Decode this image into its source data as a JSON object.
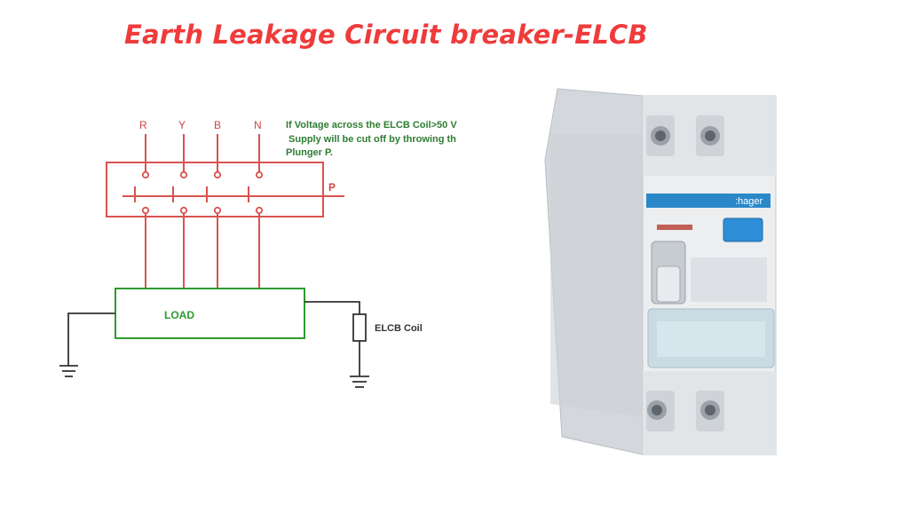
{
  "title": "Earth Leakage Circuit breaker-ELCB",
  "diagram": {
    "phase_labels": [
      "R",
      "Y",
      "B",
      "N"
    ],
    "plunger_label": "P",
    "note_lines": [
      "If Voltage across the ELCB Coil>50 V",
      " Supply will be cut off by throwing th",
      "Plunger P."
    ],
    "load_label": "LOAD",
    "coil_label": "ELCB Coil"
  },
  "device": {
    "brand": "hager"
  },
  "colors": {
    "title": "#ef3b3b",
    "circuit_red": "#d9534f",
    "load_green": "#2e9b2e",
    "wire_dark": "#333333",
    "device_body": "#e4e7ea",
    "accent_blue": "#2a88c9"
  }
}
